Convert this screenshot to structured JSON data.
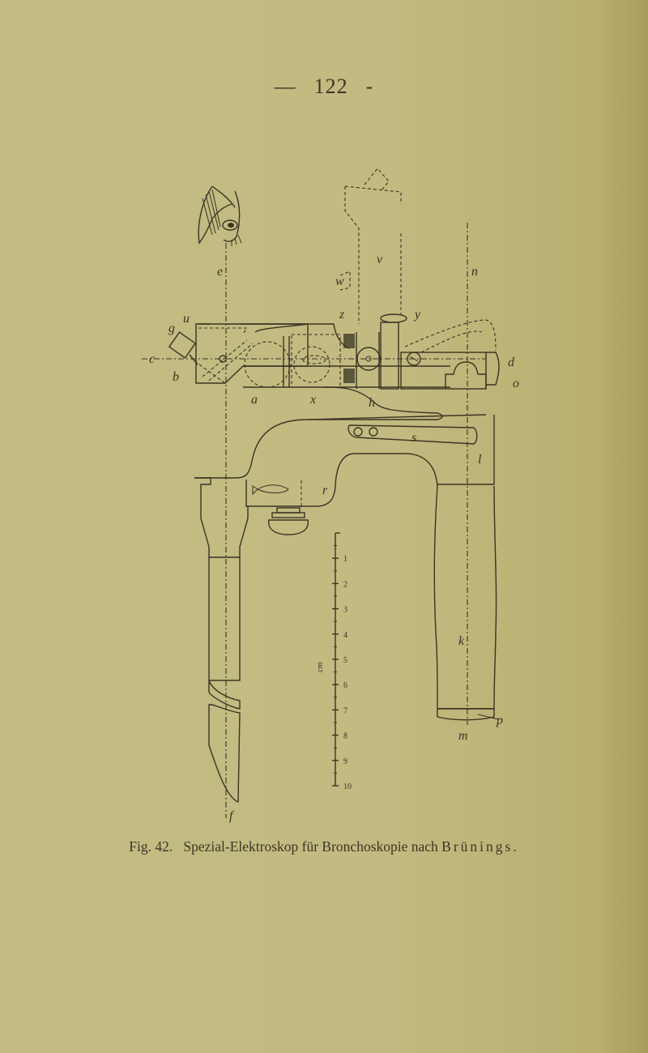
{
  "page": {
    "number": "122",
    "dash_left": "—",
    "dash_right": "-"
  },
  "figure": {
    "caption_prefix": "Fig. 42.",
    "caption_text": "Spezial-Elektroskop für Bronchoskopie nach",
    "caption_author": "Brünings.",
    "labels": {
      "e": "e",
      "u": "u",
      "g": "g",
      "c": "c",
      "b": "b",
      "a": "a",
      "x": "x",
      "z": "z",
      "w": "w",
      "v": "v",
      "y": "y",
      "n": "n",
      "h": "h",
      "d": "d",
      "o": "o",
      "s": "s",
      "l": "l",
      "r": "r",
      "k": "k",
      "p": "p",
      "m": "m",
      "f": "f"
    },
    "scale": {
      "unit_label": "cm",
      "ticks": [
        "1",
        "2",
        "3",
        "4",
        "5",
        "6",
        "7",
        "8",
        "9",
        "10"
      ],
      "min": 0,
      "max": 10
    }
  }
}
